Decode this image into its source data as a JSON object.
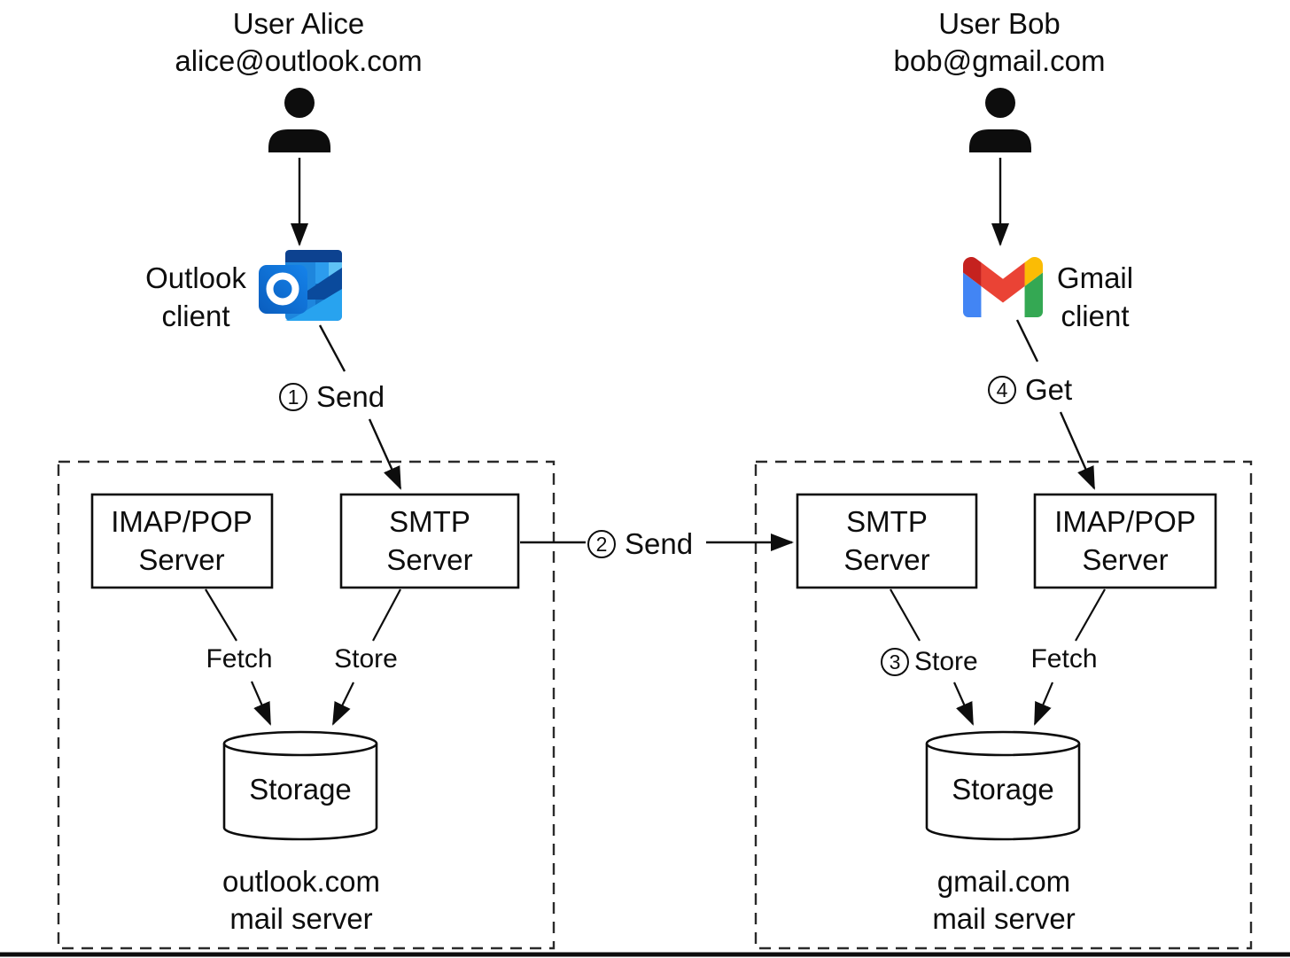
{
  "diagram": {
    "alice": {
      "title": "User Alice",
      "email": "alice@outlook.com"
    },
    "bob": {
      "title": "User Bob",
      "email": "bob@gmail.com"
    },
    "clients": {
      "outlook": {
        "line1": "Outlook",
        "line2": "client"
      },
      "gmail": {
        "line1": "Gmail",
        "line2": "client"
      }
    },
    "steps": {
      "send1": {
        "number": "1",
        "label": "Send"
      },
      "send2": {
        "number": "2",
        "label": "Send"
      },
      "store3": {
        "number": "3",
        "label": "Store"
      },
      "get4": {
        "number": "4",
        "label": "Get"
      }
    },
    "outlook_server": {
      "imap": {
        "line1": "IMAP/POP",
        "line2": "Server"
      },
      "smtp": {
        "line1": "SMTP",
        "line2": "Server"
      },
      "fetch": "Fetch",
      "store": "Store",
      "storage": "Storage",
      "caption": {
        "line1": "outlook.com",
        "line2": "mail server"
      }
    },
    "gmail_server": {
      "smtp": {
        "line1": "SMTP",
        "line2": "Server"
      },
      "imap": {
        "line1": "IMAP/POP",
        "line2": "Server"
      },
      "fetch": "Fetch",
      "storage": "Storage",
      "caption": {
        "line1": "gmail.com",
        "line2": "mail server"
      }
    }
  },
  "colors": {
    "background": "#ffffff",
    "stroke": "#0d0d0d",
    "outlook_body": "#1e86dd",
    "outlook_dark": "#0d4290",
    "gmail_blue": "#4285f4",
    "gmail_green": "#34a853",
    "gmail_yellow": "#fbbc04",
    "gmail_red": "#ea4335",
    "gmail_dark_red": "#c5221f"
  }
}
